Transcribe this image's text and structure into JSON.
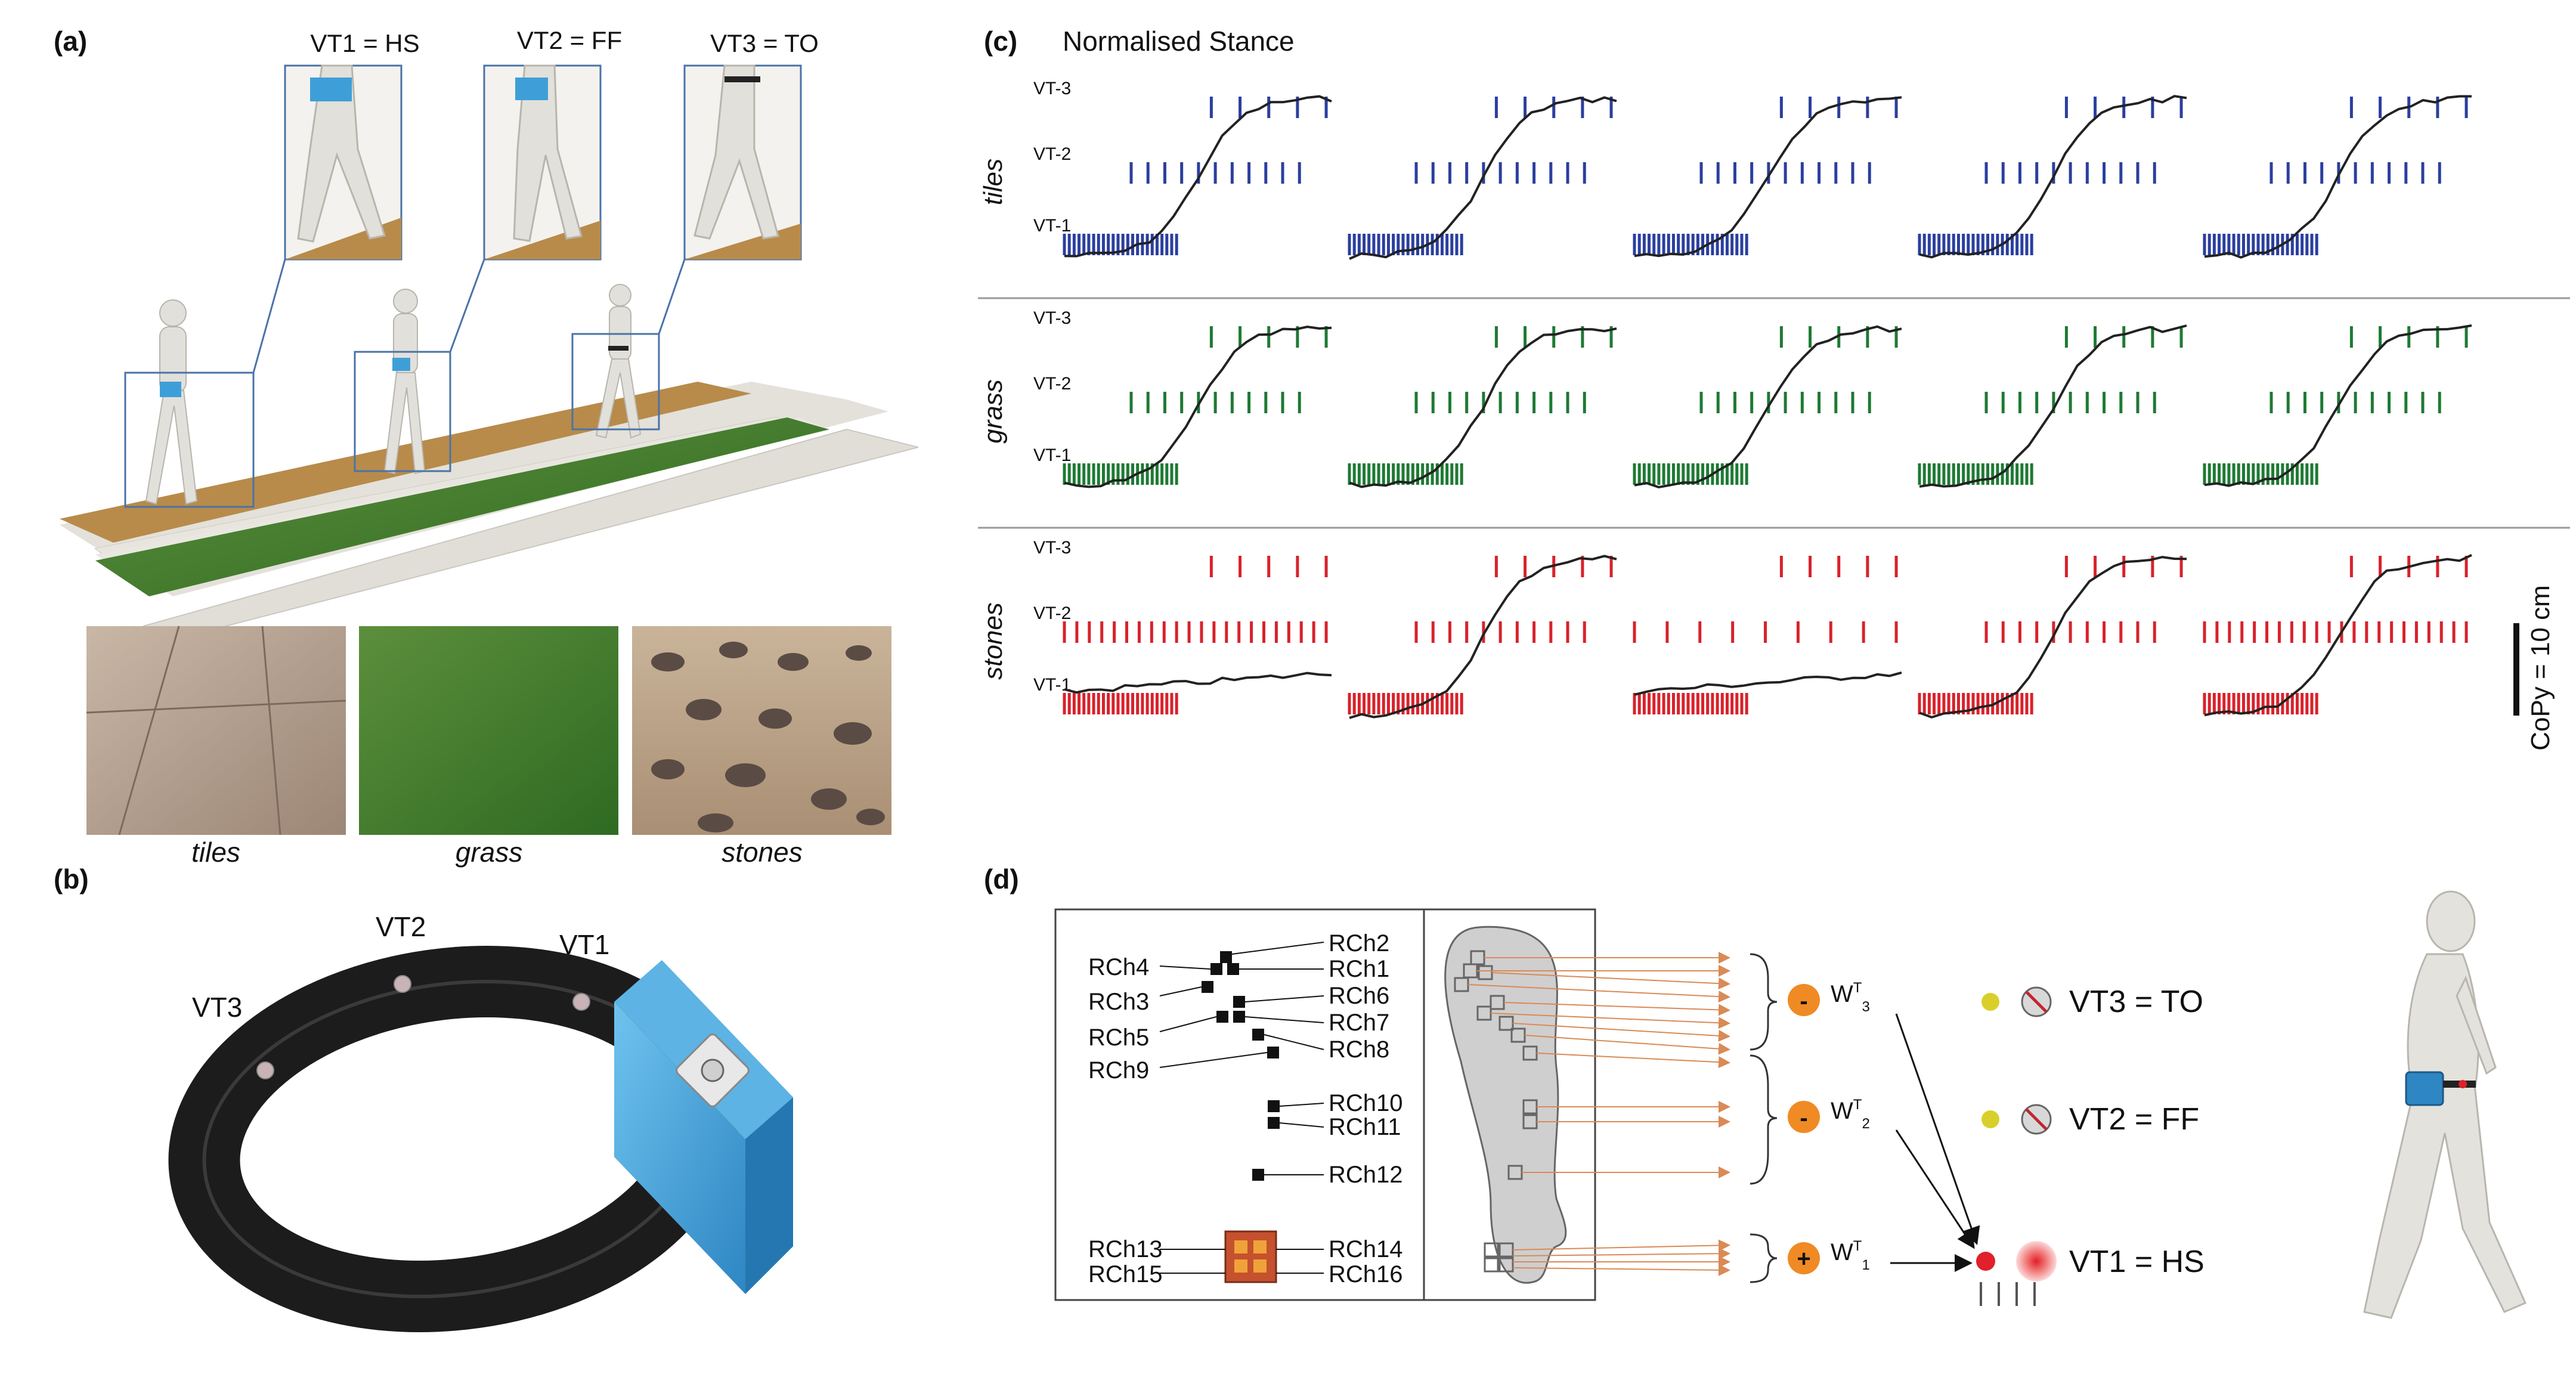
{
  "panel_a": {
    "letter": "(a)",
    "callouts": [
      "VT1 = HS",
      "VT2 = FF",
      "VT3 = TO"
    ],
    "surfaces": [
      "tiles",
      "grass",
      "stones"
    ]
  },
  "panel_b": {
    "letter": "(b)",
    "vt_labels": [
      "VT1",
      "VT2",
      "VT3"
    ]
  },
  "panel_c": {
    "letter": "(c)",
    "title": "Normalised Stance",
    "scale_label": "CoPy = 10 cm",
    "level_labels": [
      "VT-3",
      "VT-2",
      "VT-1"
    ],
    "rows": [
      {
        "name": "tiles",
        "color": "#2b3f9e"
      },
      {
        "name": "grass",
        "color": "#1e7a34"
      },
      {
        "name": "stones",
        "color": "#d8222b"
      }
    ]
  },
  "panel_d": {
    "letter": "(d)",
    "channels_left": [
      "RCh4",
      "RCh3",
      "RCh5",
      "RCh9",
      "RCh13",
      "RCh15"
    ],
    "channels_right": [
      "RCh2",
      "RCh1",
      "RCh6",
      "RCh7",
      "RCh8",
      "RCh10",
      "RCh11",
      "RCh12",
      "RCh14",
      "RCh16"
    ],
    "weights": [
      {
        "sign": "-",
        "label": "W",
        "sup": "T",
        "sub": "3"
      },
      {
        "sign": "-",
        "label": "W",
        "sup": "T",
        "sub": "2"
      },
      {
        "sign": "+",
        "label": "W",
        "sup": "T",
        "sub": "1"
      }
    ],
    "outputs": [
      "VT3 = TO",
      "VT2 = FF",
      "VT1 = HS"
    ],
    "colors": {
      "weight": "#f08a24",
      "neuron_active": "#e0202a",
      "neuron_idle": "#d9cf2a",
      "arrow": "#d98a57"
    }
  }
}
